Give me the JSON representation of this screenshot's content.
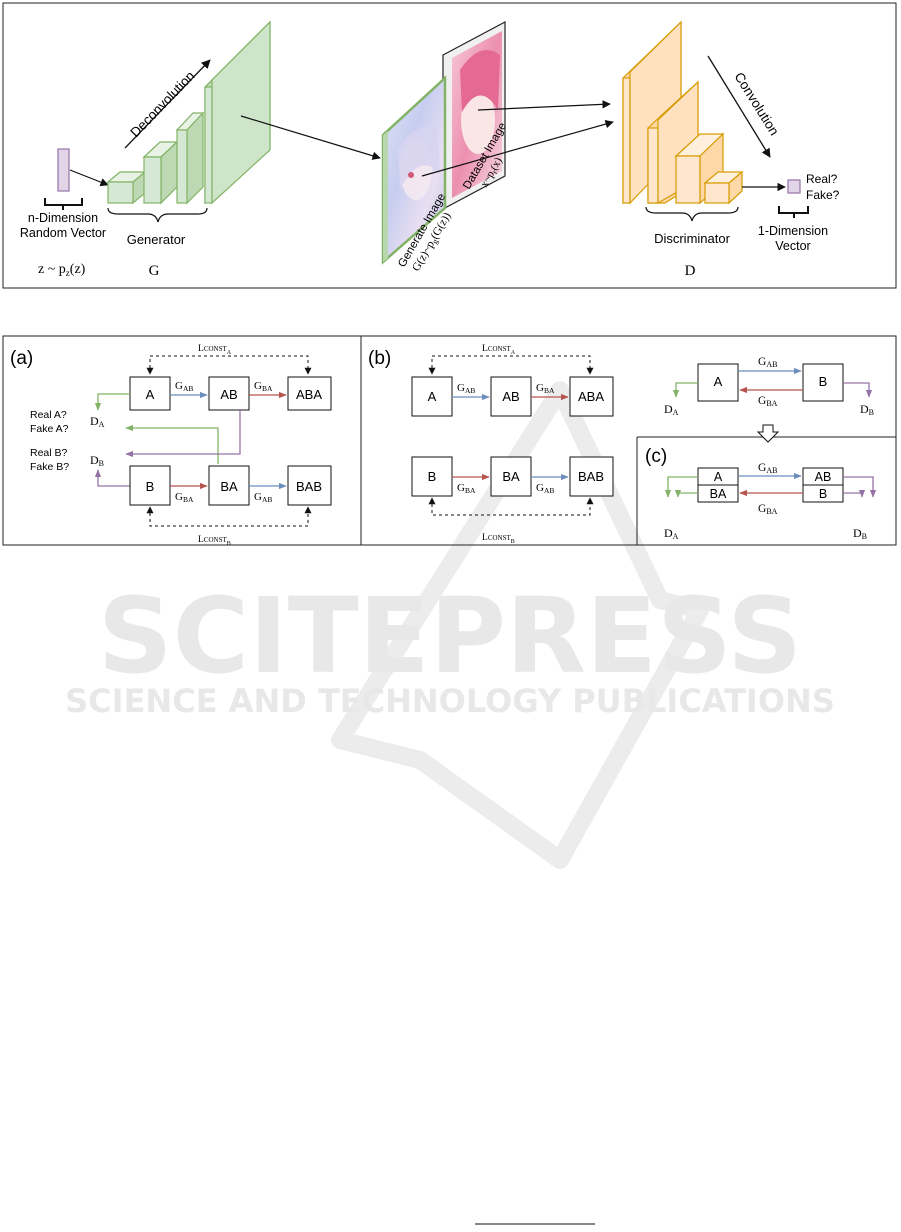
{
  "watermark": {
    "title": "SCITEPRESS",
    "subtitle": "SCIENCE AND TECHNOLOGY PUBLICATIONS"
  },
  "figure1": {
    "noise_vector_label_1": "n-Dimension",
    "noise_vector_label_2": "Random Vector",
    "noise_formula": "z ~ p",
    "noise_formula_sub": "z",
    "noise_formula_tail": "(z)",
    "deconvolution_label": "Deconvolution",
    "generator_label": "Generator",
    "generator_symbol": "G",
    "generate_image_label": "Generate Image",
    "generate_image_formula": "G(z)~p",
    "generate_image_formula_sub": "g",
    "generate_image_formula_tail": "(G(z))",
    "dataset_image_label": "Dataset Image",
    "dataset_image_formula": "x~p",
    "dataset_image_formula_sub": "r",
    "dataset_image_formula_tail": "(x)",
    "convolution_label": "Convolution",
    "discriminator_label": "Discriminator",
    "discriminator_symbol": "D",
    "output_label_1": "Real?",
    "output_label_2": "Fake?",
    "output_vector_label_1": "1-Dimension",
    "output_vector_label_2": "Vector"
  },
  "figure2": {
    "panel_a": {
      "tag": "(a)",
      "box_a": "A",
      "box_ab": "AB",
      "box_aba": "ABA",
      "box_b": "B",
      "box_ba": "BA",
      "box_bab": "BAB",
      "const_a": "L",
      "const_a_sub": "CONST",
      "const_a_subsub": "A",
      "const_b": "L",
      "const_b_sub": "CONST",
      "const_b_subsub": "B",
      "g": "G",
      "ab": "AB",
      "ba": "BA",
      "d": "D",
      "a": "A",
      "b": "B",
      "real_a": "Real A?",
      "fake_a": "Fake A?",
      "real_b": "Real B?",
      "fake_b": "Fake B?"
    },
    "panel_b": {
      "tag": "(b)",
      "box_a": "A",
      "box_ab": "AB",
      "box_aba": "ABA",
      "box_b": "B",
      "box_ba": "BA",
      "box_bab": "BAB"
    },
    "panel_c": {
      "tag": "(c)",
      "box_a": "A",
      "box_b": "B",
      "box_ab": "AB",
      "box_ba": "BA"
    }
  },
  "footer": {
    "rule": ""
  },
  "colors": {
    "generator_fill": "#d5e8d4",
    "generator_stroke": "#82b366",
    "discriminator_fill": "#ffe6cc",
    "discriminator_stroke": "#d79b00",
    "vector_fill": "#e1d5e7",
    "vector_stroke": "#9673a6",
    "blue_arrow": "#6c8ebf",
    "red_arrow": "#b85450",
    "green_arrow": "#82b366",
    "purple_arrow": "#9673a6",
    "watermark": "#e8e8e8"
  }
}
